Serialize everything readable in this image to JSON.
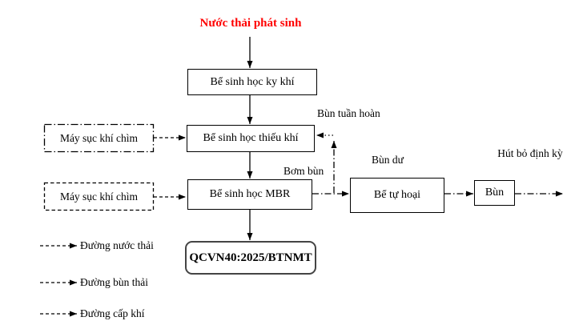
{
  "diagram": {
    "title": "Nước thải phát sinh",
    "boxes": {
      "anaerobic": "Bể sinh học ky khí",
      "anoxic": "Bể sinh học thiếu khí",
      "mbr": "Bể sinh học MBR",
      "standard": "QCVN40:2025/BTNMT",
      "septic": "Bể tự hoại",
      "sludge": "Bùn",
      "aerator_top": "Máy sục khí chìm",
      "aerator_bottom": "Máy sục khí chìm"
    },
    "labels": {
      "sludge_recirculation": "Bùn tuần hoàn",
      "sludge_pump": "Bơm bùn",
      "excess_sludge": "Bùn dư",
      "periodic_removal": "Hút bỏ định kỳ"
    },
    "legend": [
      {
        "label": "Đường nước thải"
      },
      {
        "label": "Đường bùn thải"
      },
      {
        "label": "Đường cấp khí"
      }
    ],
    "colors": {
      "title": "#ff0000",
      "line": "#000000",
      "standard_border": "#444444"
    }
  }
}
